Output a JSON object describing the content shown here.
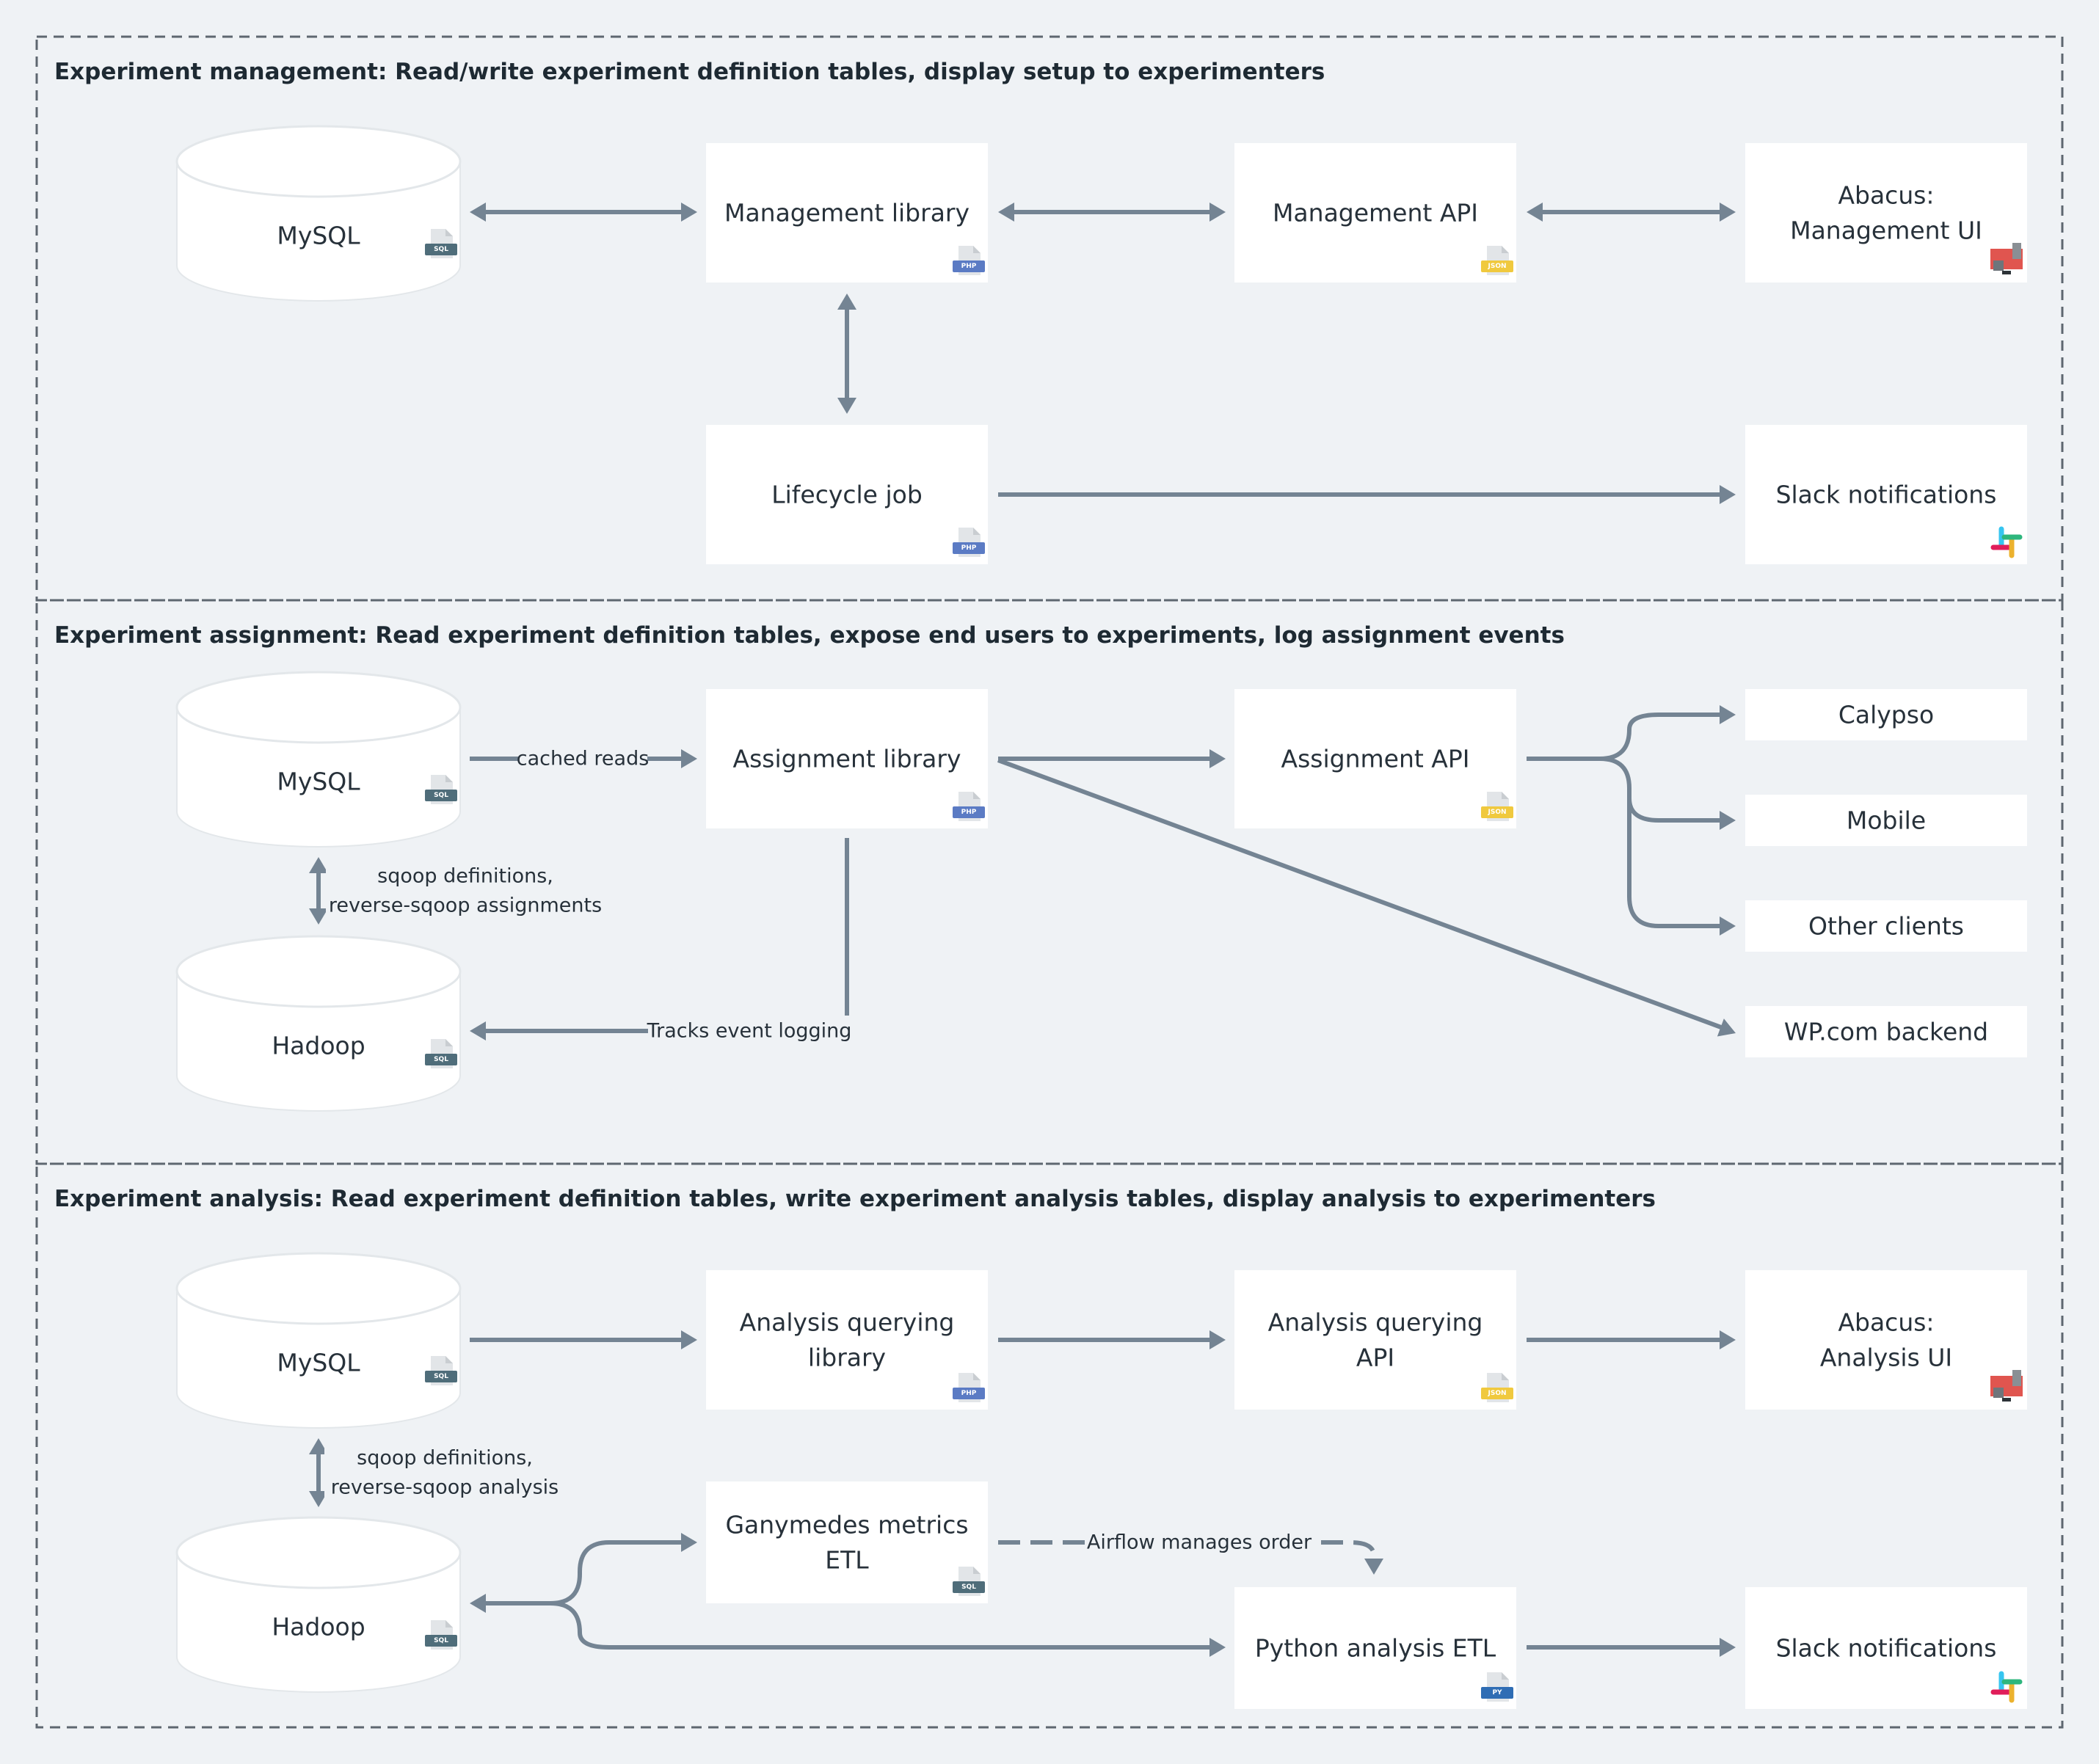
{
  "sections": {
    "management": {
      "title": "Experiment management: Read/write experiment definition tables, display setup to experimenters"
    },
    "assignment": {
      "title": "Experiment assignment: Read experiment definition tables, expose end users to experiments, log assignment events"
    },
    "analysis": {
      "title": "Experiment analysis: Read experiment definition tables, write experiment analysis tables, display analysis to experimenters"
    }
  },
  "nodes": {
    "mgmt_mysql": {
      "label": "MySQL",
      "badge": "SQL"
    },
    "mgmt_library": {
      "label": "Management library",
      "badge": "PHP"
    },
    "mgmt_api": {
      "label": "Management API",
      "badge": "JSON"
    },
    "mgmt_ui": {
      "label": "Abacus:\nManagement UI",
      "icon": "monitor-icon"
    },
    "lifecycle_job": {
      "label": "Lifecycle job",
      "badge": "PHP"
    },
    "mgmt_slack": {
      "label": "Slack notifications",
      "icon": "slack-icon"
    },
    "asg_mysql": {
      "label": "MySQL",
      "badge": "SQL"
    },
    "asg_library": {
      "label": "Assignment library",
      "badge": "PHP"
    },
    "asg_api": {
      "label": "Assignment API",
      "badge": "JSON"
    },
    "calypso": {
      "label": "Calypso"
    },
    "mobile": {
      "label": "Mobile"
    },
    "other_clients": {
      "label": "Other clients"
    },
    "wpcom_backend": {
      "label": "WP.com backend"
    },
    "asg_hadoop": {
      "label": "Hadoop",
      "badge": "SQL"
    },
    "ana_mysql": {
      "label": "MySQL",
      "badge": "SQL"
    },
    "ana_library": {
      "label": "Analysis querying\nlibrary",
      "badge": "PHP"
    },
    "ana_api": {
      "label": "Analysis querying\nAPI",
      "badge": "JSON"
    },
    "ana_ui": {
      "label": "Abacus:\nAnalysis UI",
      "icon": "monitor-icon"
    },
    "ganymedes": {
      "label": "Ganymedes metrics\nETL",
      "badge": "SQL"
    },
    "ana_hadoop": {
      "label": "Hadoop",
      "badge": "SQL"
    },
    "python_etl": {
      "label": "Python analysis ETL",
      "badge": "PY"
    },
    "ana_slack": {
      "label": "Slack notifications",
      "icon": "slack-icon"
    }
  },
  "edge_labels": {
    "cached_reads": "cached reads",
    "sqoop_assignments": "sqoop definitions,\nreverse-sqoop assignments",
    "tracks_logging": "Tracks event logging",
    "sqoop_analysis": "sqoop definitions,\nreverse-sqoop analysis",
    "airflow": "Airflow manages order"
  },
  "badge_colors": {
    "SQL": "#4f6d7a",
    "PHP": "#5b7bc4",
    "JSON": "#f0c93e",
    "PY": "#2f6db4"
  },
  "colors": {
    "edge": "#748493",
    "section_border": "#5e6770",
    "background": "#eff2f5",
    "monitor_icon": "#e0554f"
  }
}
